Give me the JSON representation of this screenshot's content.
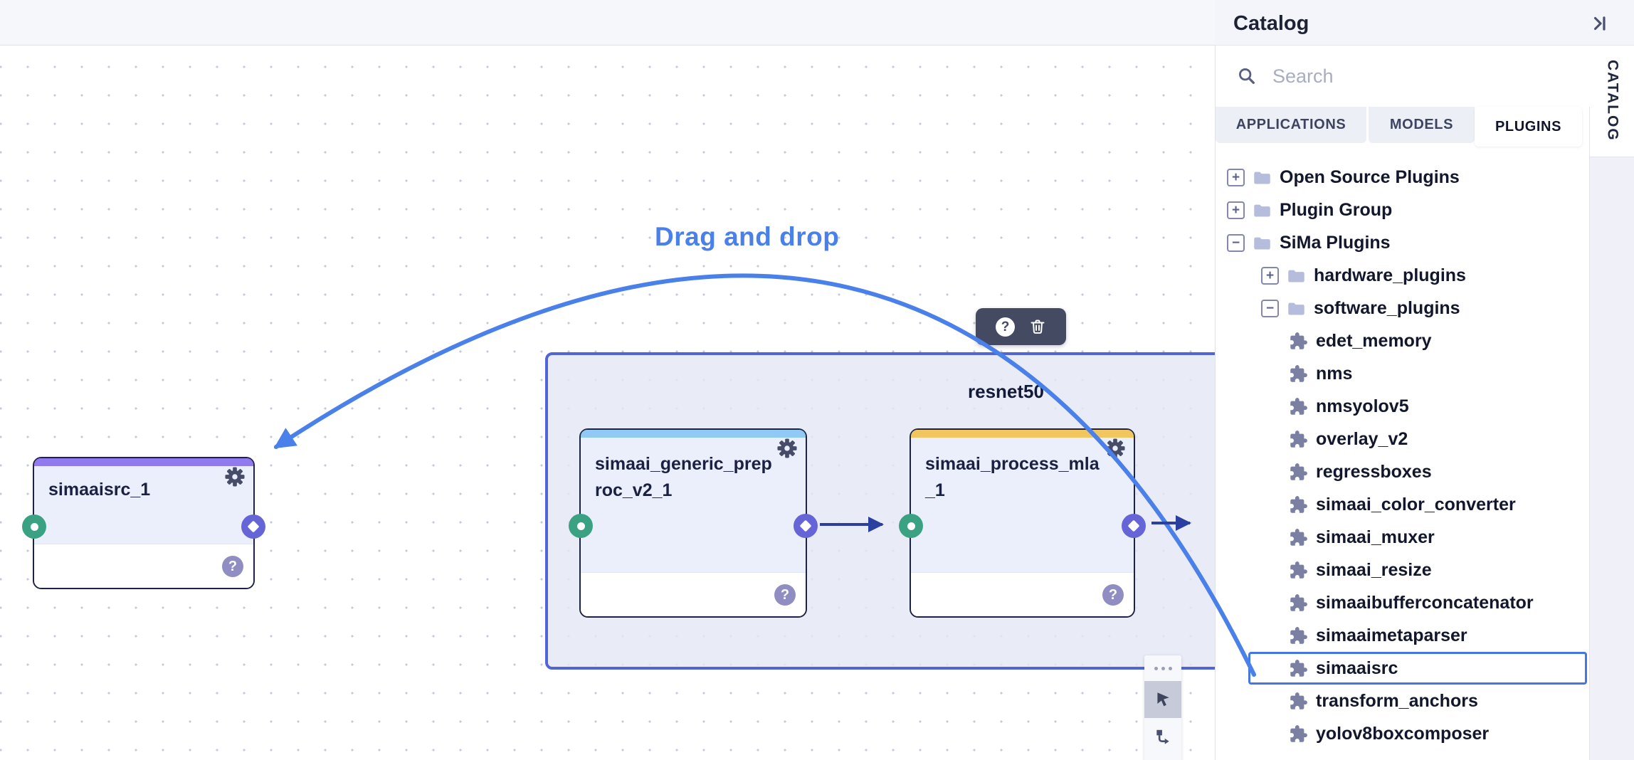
{
  "topbar": {},
  "canvas": {
    "drag_label": "Drag and drop",
    "group": {
      "title": "resnet50"
    },
    "nodes": [
      {
        "title": "simaaisrc_1",
        "accent": "#9179ef"
      },
      {
        "title": "simaai_generic_preproc_v2_1",
        "accent": "#90c9f3"
      },
      {
        "title": "simaai_process_mla_1",
        "accent": "#f1c65f"
      }
    ],
    "node_toolbar": {
      "help_glyph": "?",
      "icons": [
        "help-icon",
        "trash-icon"
      ]
    },
    "tools": {
      "more_glyph": "...",
      "items": [
        "more",
        "pointer",
        "connector"
      ]
    },
    "badges": {
      "help_glyph": "?"
    },
    "colors": {
      "drag_curve": "#4a80ea",
      "connector_arrow": "#2b3fa0",
      "group_border": "#5165d6",
      "port_in": "#3aa183",
      "port_out": "#6665d8"
    }
  },
  "catalog": {
    "title": "Catalog",
    "vertical_tab": "CATALOG",
    "search": {
      "placeholder": "Search"
    },
    "tabs": [
      {
        "label": "APPLICATIONS",
        "active": false
      },
      {
        "label": "MODELS",
        "active": false
      },
      {
        "label": "PLUGINS",
        "active": true
      }
    ],
    "tree": [
      {
        "label": "Open Source Plugins",
        "type": "folder",
        "level": 1,
        "expander": "+"
      },
      {
        "label": "Plugin Group",
        "type": "folder",
        "level": 1,
        "expander": "+"
      },
      {
        "label": "SiMa Plugins",
        "type": "folder",
        "level": 1,
        "expander": "−"
      },
      {
        "label": "hardware_plugins",
        "type": "folder",
        "level": 2,
        "expander": "+"
      },
      {
        "label": "software_plugins",
        "type": "folder",
        "level": 2,
        "expander": "−"
      },
      {
        "label": "edet_memory",
        "type": "plugin",
        "level": 3
      },
      {
        "label": "nms",
        "type": "plugin",
        "level": 3
      },
      {
        "label": "nmsyolov5",
        "type": "plugin",
        "level": 3
      },
      {
        "label": "overlay_v2",
        "type": "plugin",
        "level": 3
      },
      {
        "label": "regressboxes",
        "type": "plugin",
        "level": 3
      },
      {
        "label": "simaai_color_converter",
        "type": "plugin",
        "level": 3
      },
      {
        "label": "simaai_muxer",
        "type": "plugin",
        "level": 3
      },
      {
        "label": "simaai_resize",
        "type": "plugin",
        "level": 3
      },
      {
        "label": "simaaibufferconcatenator",
        "type": "plugin",
        "level": 3
      },
      {
        "label": "simaaimetaparser",
        "type": "plugin",
        "level": 3
      },
      {
        "label": "simaaisrc",
        "type": "plugin",
        "level": 3,
        "selected": true
      },
      {
        "label": "transform_anchors",
        "type": "plugin",
        "level": 3
      },
      {
        "label": "yolov8boxcomposer",
        "type": "plugin",
        "level": 3
      }
    ]
  }
}
